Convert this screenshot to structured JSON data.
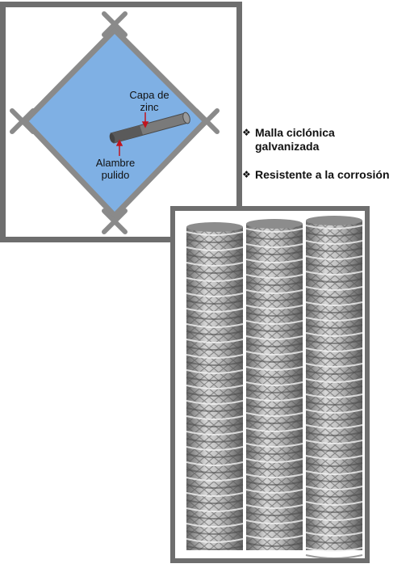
{
  "diagram": {
    "label_zinc_line1": "Capa de",
    "label_zinc_line2": "zinc",
    "label_wire_line1": "Alambre",
    "label_wire_line2": "pulido",
    "colors": {
      "frame": "#6e6e6e",
      "mesh_cell": "#7fb0e4",
      "wire": "#8a8a8a",
      "arrow": "#c0151e"
    }
  },
  "features": [
    {
      "icon": "diamond-bullet-icon",
      "line1": "Malla ciclónica",
      "line2": "galvanizada"
    },
    {
      "icon": "diamond-bullet-icon",
      "line1": "Resistente a la corrosión",
      "line2": ""
    }
  ],
  "rolls": {
    "count": 3,
    "color": "#9a9a9a"
  }
}
